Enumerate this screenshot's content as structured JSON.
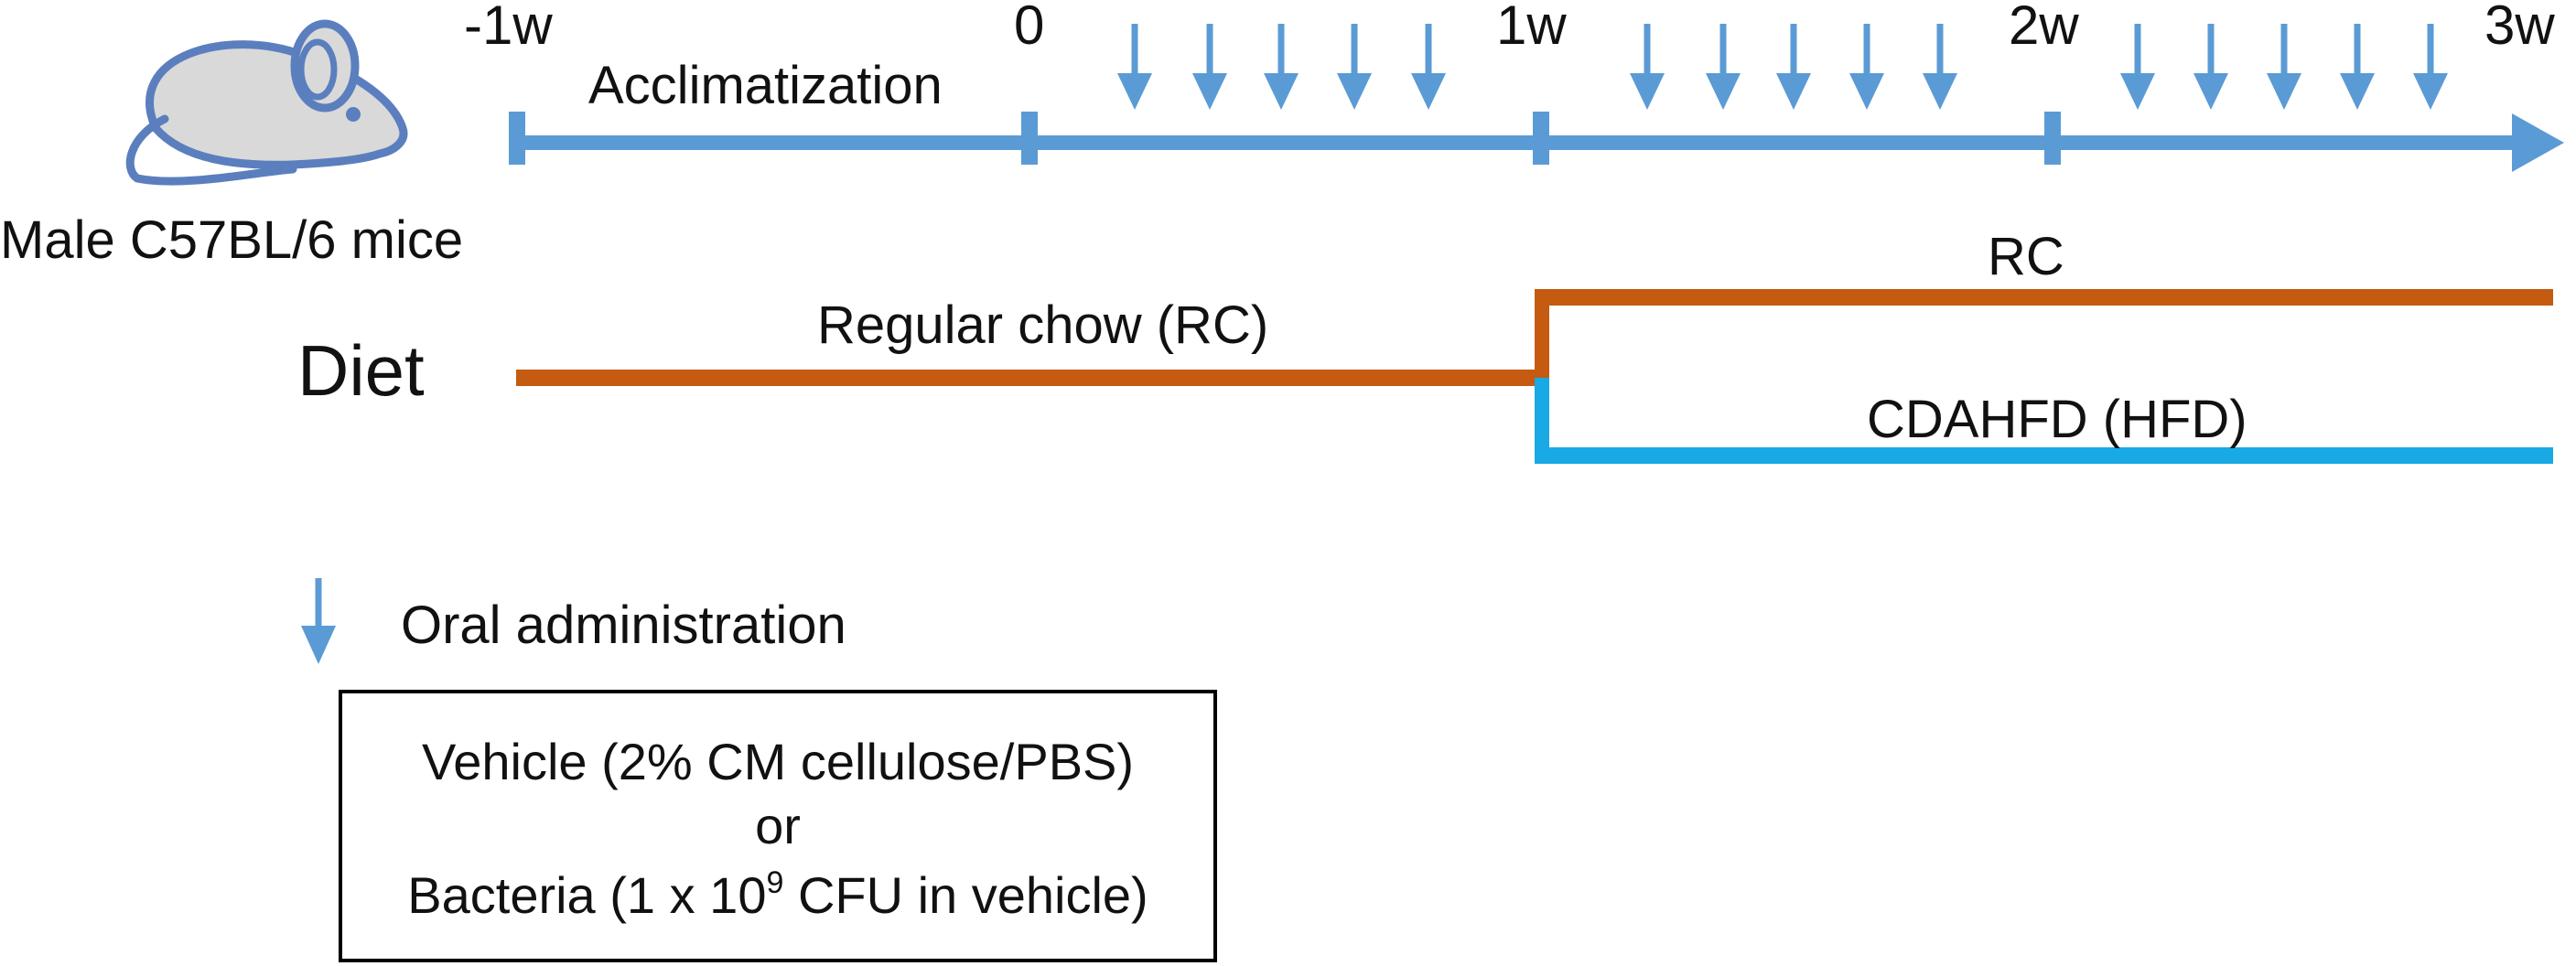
{
  "subject": {
    "label": "Male C57BL/6 mice",
    "icon": "mouse-icon"
  },
  "timeline": {
    "ticks": [
      "-1w",
      "0",
      "1w",
      "2w",
      "3w"
    ],
    "acclimatization_label": "Acclimatization",
    "arrow_color": "#5B9BD5",
    "dosing_arrows_per_week": 5,
    "dosing_weeks": [
      "0-1w",
      "1w-2w",
      "2w-3w"
    ]
  },
  "diet": {
    "title": "Diet",
    "regular_label": "Regular chow (RC)",
    "rc_label": "RC",
    "hfd_label": "CDAHFD (HFD)",
    "rc_color": "#C55A11",
    "hfd_color": "#19A9E5"
  },
  "legend": {
    "oral_label": "Oral administration",
    "box_line1": "Vehicle (2% CM cellulose/PBS)",
    "box_line2": "or",
    "box_line3_prefix": "Bacteria (1 x 10",
    "box_line3_sup": "9",
    "box_line3_suffix": " CFU in vehicle)"
  }
}
